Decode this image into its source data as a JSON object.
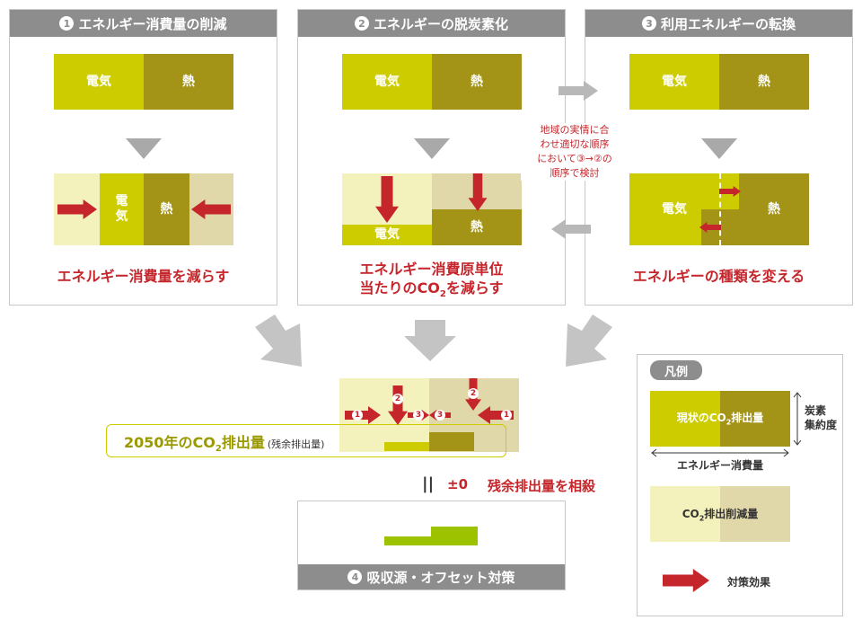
{
  "panel1": {
    "num": "1",
    "title": "エネルギー消費量の削減",
    "elec": "電気",
    "heat": "熱",
    "elec_after": "電\n気",
    "heat_after": "熱",
    "effect": "エネルギー消費量を減らす"
  },
  "panel2": {
    "num": "2",
    "title": "エネルギーの脱炭素化",
    "elec": "電気",
    "heat": "熱",
    "elec_after": "電気",
    "heat_after": "熱",
    "effect_line1": "エネルギー消費原単位",
    "effect_line2_pre": "当たりのCO",
    "effect_sub": "2",
    "effect_line2_post": "を減らす"
  },
  "panel3": {
    "num": "3",
    "title": "利用エネルギーの転換",
    "elec": "電気",
    "heat": "熱",
    "elec_after": "電気",
    "heat_after": "熱",
    "effect": "エネルギーの種類を変える"
  },
  "order_note": "地域の実情に合\nわせ適切な順序\nにおいて③→②の\n順序で検討",
  "summary": {
    "label_pre": "2050年のCO",
    "label_sub": "2",
    "label_post": "排出量",
    "label_paren": "(残余排出量)",
    "equal_sign": "||",
    "plus_minus": "±0",
    "offset_text": "残余排出量を相殺",
    "markers": [
      "1",
      "2",
      "3",
      "3",
      "2",
      "1"
    ]
  },
  "panel4": {
    "num": "4",
    "title": "吸収源・オフセット対策"
  },
  "legend": {
    "title": "凡例",
    "current_pre": "現状のCO",
    "current_sub": "2",
    "current_post": "排出量",
    "carbon_intensity_line1": "炭素",
    "carbon_intensity_line2": "集約度",
    "energy_consumption": "エネルギー消費量",
    "reduction_pre": "CO",
    "reduction_sub": "2",
    "reduction_post": "排出削減量",
    "effect": "対策効果"
  },
  "colors": {
    "electricity": "#cccc00",
    "heat": "#a39417",
    "electricity_light": "#f4f2bc",
    "heat_light": "#e0d8a8",
    "arrow_red": "#c4262b",
    "header_gray": "#8d8d8d",
    "green": "#9dc300"
  }
}
